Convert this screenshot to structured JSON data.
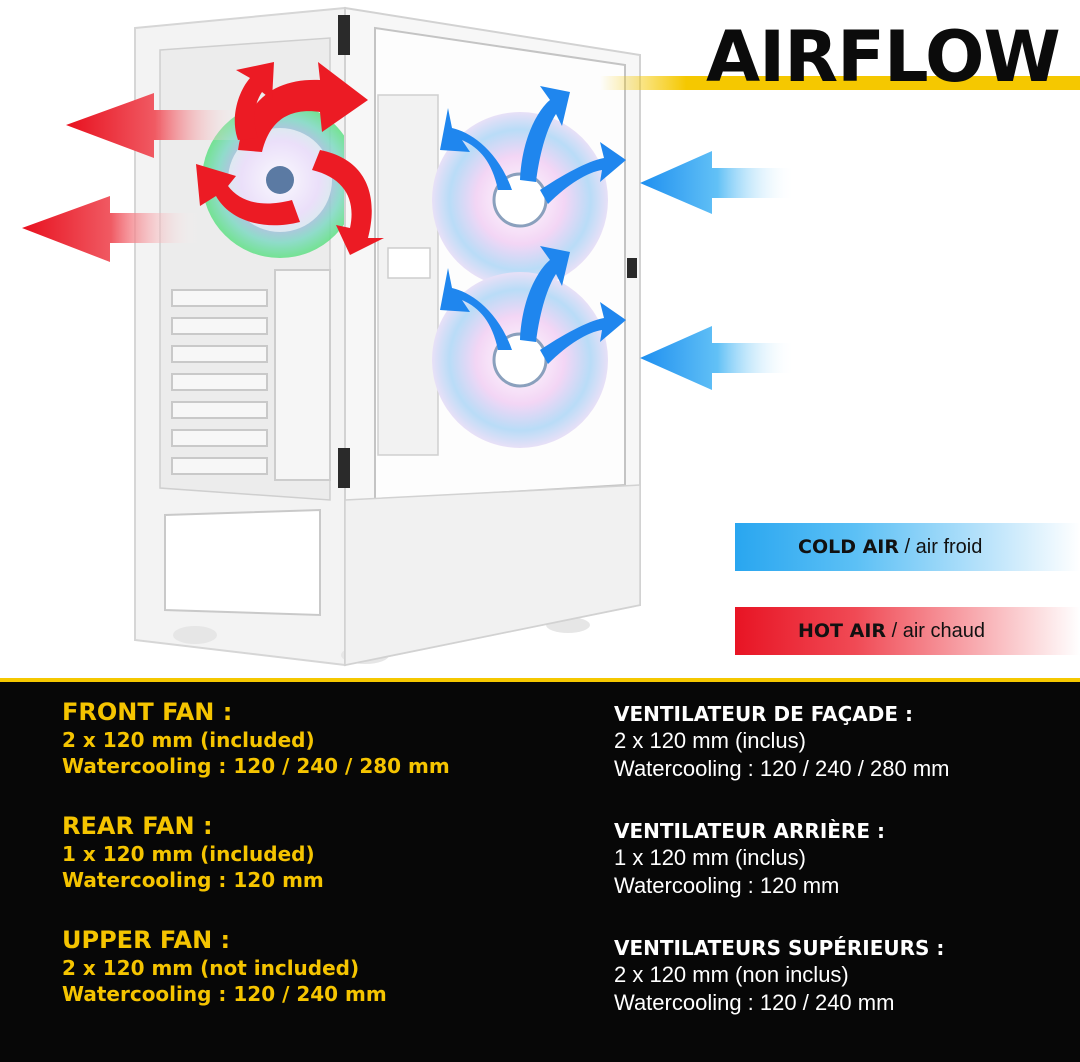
{
  "title": "AIRFLOW",
  "colors": {
    "accent_yellow": "#f5c800",
    "cold_air": "#29a6f0",
    "hot_air": "#e81424",
    "background_bottom": "#070707"
  },
  "legend": {
    "cold": {
      "bold": "COLD AIR",
      "rest": " / air froid"
    },
    "hot": {
      "bold": "HOT AIR",
      "rest": " / air chaud"
    }
  },
  "specs_en": [
    {
      "heading": "FRONT FAN :",
      "lines": [
        "2 x 120 mm (included)",
        "Watercooling : 120 / 240 / 280 mm"
      ]
    },
    {
      "heading": "REAR FAN :",
      "lines": [
        "1 x 120 mm (included)",
        "Watercooling : 120 mm"
      ]
    },
    {
      "heading": "UPPER FAN :",
      "lines": [
        "2 x 120 mm (not included)",
        "Watercooling : 120 / 240 mm"
      ]
    }
  ],
  "specs_fr": [
    {
      "heading": "VENTILATEUR DE FAÇADE :",
      "lines": [
        "2 x 120 mm (inclus)",
        "Watercooling : 120 / 240 / 280 mm"
      ]
    },
    {
      "heading": "VENTILATEUR ARRIÈRE :",
      "lines": [
        "1 x 120 mm (inclus)",
        "Watercooling : 120 mm"
      ]
    },
    {
      "heading": "VENTILATEURS SUPÉRIEURS :",
      "lines": [
        "2 x 120 mm (non inclus)",
        "Watercooling : 120 / 240 mm"
      ]
    }
  ]
}
